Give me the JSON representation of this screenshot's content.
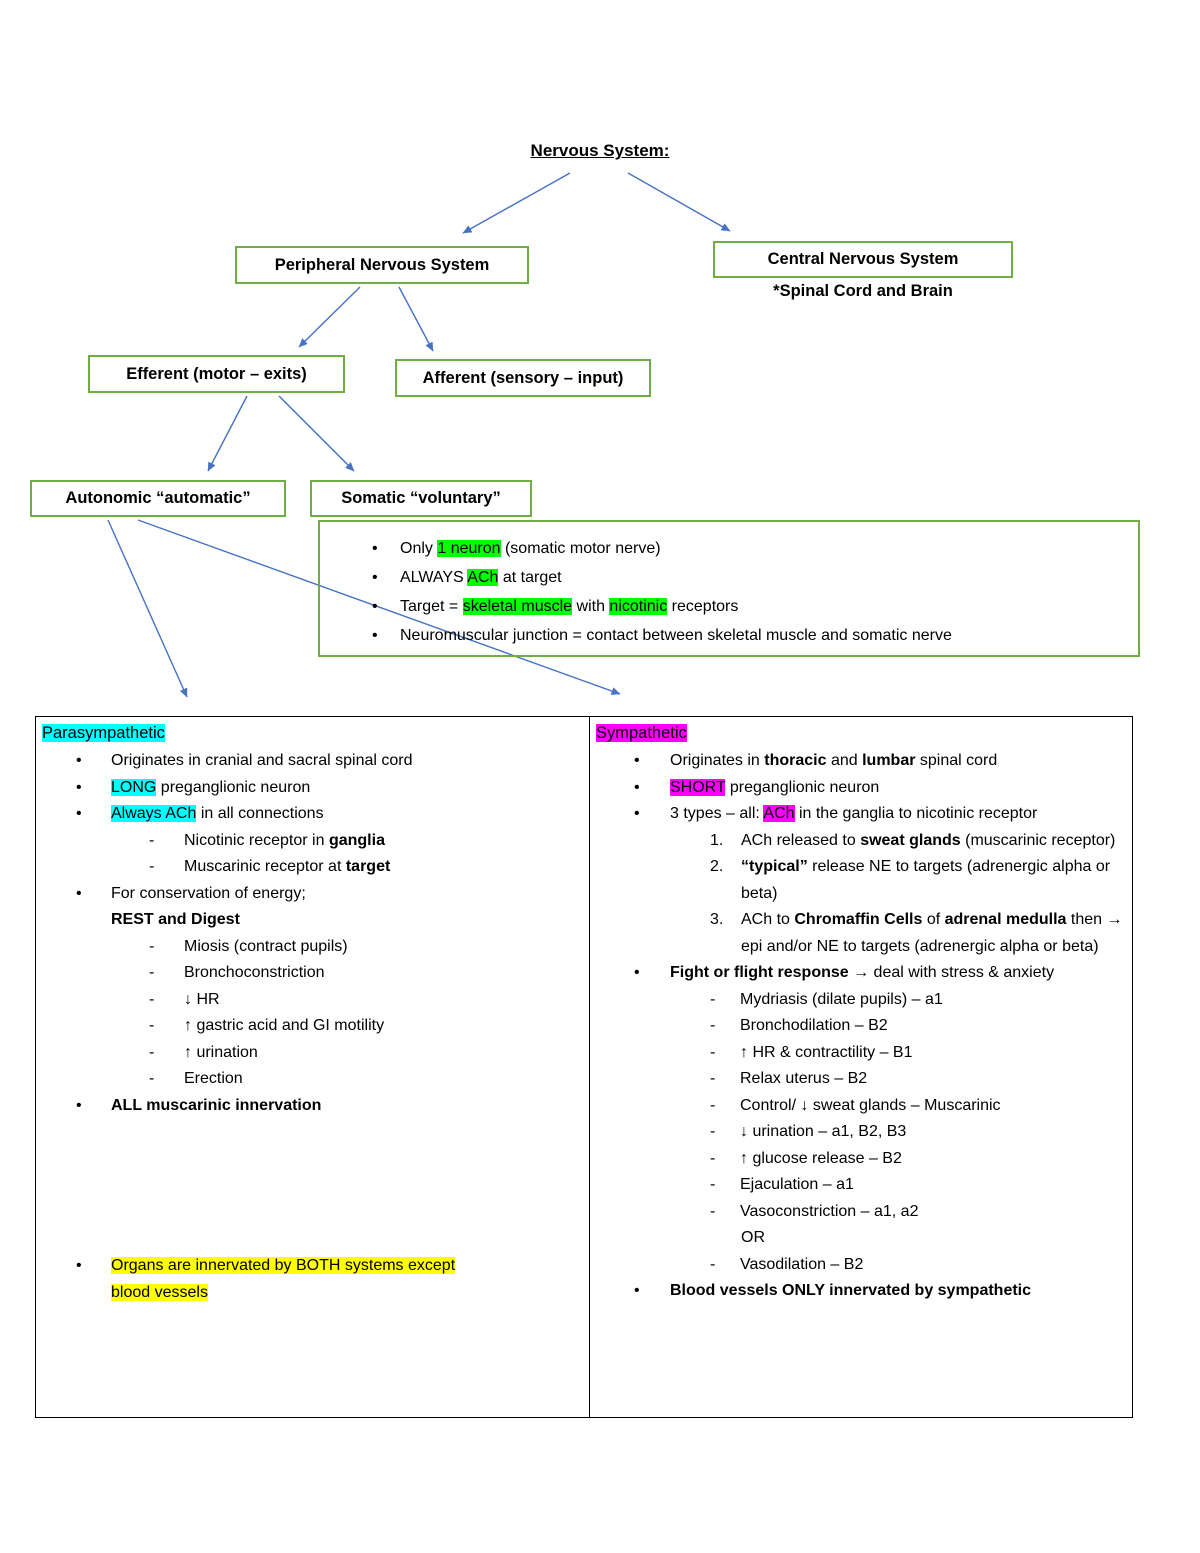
{
  "title": "Nervous System:",
  "colors": {
    "box_border": "#70AD47",
    "arrow": "#4472C4",
    "hl_cyan": "#00FFFF",
    "hl_magenta": "#FF00FF",
    "hl_green": "#00FF00",
    "hl_yellow": "#FFFF00"
  },
  "flowchart": {
    "peripheral": "Peripheral Nervous System",
    "central": "Central Nervous System",
    "central_note": "*Spinal Cord and Brain",
    "efferent": "Efferent (motor – exits)",
    "afferent": "Afferent (sensory – input)",
    "autonomic": "Autonomic “automatic”",
    "somatic": "Somatic “voluntary”"
  },
  "somatic_box": {
    "items": [
      {
        "type": "bullet",
        "seg": [
          {
            "t": "Only ",
            "c": ""
          },
          {
            "t": "1 neuron",
            "c": "green"
          },
          {
            "t": " (somatic motor nerve)",
            "c": ""
          }
        ]
      },
      {
        "type": "bullet",
        "seg": [
          {
            "t": "ALWAYS ",
            "c": ""
          },
          {
            "t": "ACh",
            "c": "green"
          },
          {
            "t": " at target",
            "c": ""
          }
        ]
      },
      {
        "type": "bullet",
        "seg": [
          {
            "t": "Target = ",
            "c": ""
          },
          {
            "t": "skeletal muscle",
            "c": "green"
          },
          {
            "t": " with ",
            "c": ""
          },
          {
            "t": "nicotinic",
            "c": "green"
          },
          {
            "t": " receptors",
            "c": ""
          }
        ]
      },
      {
        "type": "bullet",
        "seg": [
          {
            "t": "Neuromuscular junction = contact between skeletal muscle and somatic nerve",
            "c": ""
          }
        ]
      }
    ]
  },
  "table": {
    "left": {
      "header": "Parasympathetic",
      "items": [
        {
          "type": "bullet",
          "seg": [
            {
              "t": "Originates in cranial and sacral spinal cord",
              "c": ""
            }
          ]
        },
        {
          "type": "bullet",
          "seg": [
            {
              "t": "LONG",
              "c": "cyan"
            },
            {
              "t": " preganglionic neuron",
              "c": ""
            }
          ]
        },
        {
          "type": "bullet",
          "seg": [
            {
              "t": "Always ACh",
              "c": "cyan"
            },
            {
              "t": " in all connections",
              "c": ""
            }
          ]
        },
        {
          "type": "dash",
          "seg": [
            {
              "t": "Nicotinic receptor in ",
              "c": ""
            },
            {
              "t": "ganglia",
              "c": "b"
            }
          ]
        },
        {
          "type": "dash",
          "seg": [
            {
              "t": "Muscarinic receptor at ",
              "c": ""
            },
            {
              "t": "target",
              "c": "b"
            }
          ]
        },
        {
          "type": "bullet",
          "seg": [
            {
              "t": "For conservation of energy;",
              "c": ""
            }
          ]
        },
        {
          "type": "plain1",
          "seg": [
            {
              "t": "REST and Digest",
              "c": "b"
            }
          ]
        },
        {
          "type": "dash",
          "seg": [
            {
              "t": "Miosis (contract pupils)",
              "c": ""
            }
          ]
        },
        {
          "type": "dash",
          "seg": [
            {
              "t": "Bronchoconstriction",
              "c": ""
            }
          ]
        },
        {
          "type": "dash",
          "seg": [
            {
              "t": "↓ HR",
              "c": ""
            }
          ]
        },
        {
          "type": "dash",
          "seg": [
            {
              "t": "↑ gastric acid and GI motility",
              "c": ""
            }
          ]
        },
        {
          "type": "dash",
          "seg": [
            {
              "t": "↑ urination",
              "c": ""
            }
          ]
        },
        {
          "type": "dash",
          "seg": [
            {
              "t": "Erection",
              "c": ""
            }
          ]
        },
        {
          "type": "bullet",
          "seg": [
            {
              "t": "ALL muscarinic innervation",
              "c": "b"
            }
          ]
        },
        {
          "type": "bullet",
          "gap": 134,
          "seg": [
            {
              "t": "Organs are innervated by BOTH systems except",
              "c": "yellow"
            }
          ]
        },
        {
          "type": "plain1",
          "seg": [
            {
              "t": "blood vessels",
              "c": "yellow"
            }
          ]
        }
      ]
    },
    "right": {
      "header": "Sympathetic",
      "items": [
        {
          "type": "bullet",
          "seg": [
            {
              "t": "Originates in ",
              "c": ""
            },
            {
              "t": "thoracic",
              "c": "b"
            },
            {
              "t": " and ",
              "c": ""
            },
            {
              "t": "lumbar",
              "c": "b"
            },
            {
              "t": " spinal cord",
              "c": ""
            }
          ]
        },
        {
          "type": "bullet",
          "seg": [
            {
              "t": "SHORT",
              "c": "magenta"
            },
            {
              "t": " preganglionic neuron",
              "c": ""
            }
          ]
        },
        {
          "type": "bullet",
          "seg": [
            {
              "t": "3 types – all: ",
              "c": ""
            },
            {
              "t": "ACh",
              "c": "magenta"
            },
            {
              "t": " in the ganglia to nicotinic receptor",
              "c": ""
            }
          ]
        },
        {
          "type": "num",
          "marker": "1.",
          "seg": [
            {
              "t": "ACh released to ",
              "c": ""
            },
            {
              "t": "sweat glands",
              "c": "b"
            },
            {
              "t": " (muscarinic receptor)",
              "c": ""
            }
          ]
        },
        {
          "type": "num",
          "marker": "2.",
          "seg": [
            {
              "t": "“typical”",
              "c": "b"
            },
            {
              "t": " release NE to targets (adrenergic alpha or beta)",
              "c": ""
            }
          ]
        },
        {
          "type": "num",
          "marker": "3.",
          "seg": [
            {
              "t": "ACh to ",
              "c": ""
            },
            {
              "t": "Chromaffin Cells",
              "c": "b"
            },
            {
              "t": " of ",
              "c": ""
            },
            {
              "t": "adrenal medulla",
              "c": "b"
            },
            {
              "t": " then → epi and/or NE to targets (adrenergic alpha or beta)",
              "c": ""
            }
          ]
        },
        {
          "type": "bullet",
          "seg": [
            {
              "t": "Fight or flight response →",
              "c": "b"
            },
            {
              "t": " deal with stress & anxiety",
              "c": ""
            }
          ]
        },
        {
          "type": "dash",
          "seg": [
            {
              "t": "Mydriasis (dilate pupils) – a1",
              "c": ""
            }
          ]
        },
        {
          "type": "dash",
          "seg": [
            {
              "t": "Bronchodilation – B2",
              "c": ""
            }
          ]
        },
        {
          "type": "dash",
          "seg": [
            {
              "t": "↑ HR & contractility – B1",
              "c": ""
            }
          ]
        },
        {
          "type": "dash",
          "seg": [
            {
              "t": "Relax uterus – B2",
              "c": ""
            }
          ]
        },
        {
          "type": "dash",
          "seg": [
            {
              "t": "Control/ ↓ sweat glands – Muscarinic",
              "c": ""
            }
          ]
        },
        {
          "type": "dash",
          "seg": [
            {
              "t": "↓ urination – a1, B2, B3",
              "c": ""
            }
          ]
        },
        {
          "type": "dash",
          "seg": [
            {
              "t": "↑ glucose release – B2",
              "c": ""
            }
          ]
        },
        {
          "type": "dash",
          "seg": [
            {
              "t": "Ejaculation – a1",
              "c": ""
            }
          ]
        },
        {
          "type": "dash",
          "seg": [
            {
              "t": "Vasoconstriction – a1, a2",
              "c": ""
            }
          ]
        },
        {
          "type": "plain2",
          "seg": [
            {
              "t": "OR",
              "c": ""
            }
          ]
        },
        {
          "type": "dash",
          "seg": [
            {
              "t": "Vasodilation – B2",
              "c": ""
            }
          ]
        },
        {
          "type": "bullet",
          "seg": [
            {
              "t": "Blood vessels ONLY innervated by sympathetic",
              "c": "b"
            }
          ]
        }
      ]
    }
  }
}
